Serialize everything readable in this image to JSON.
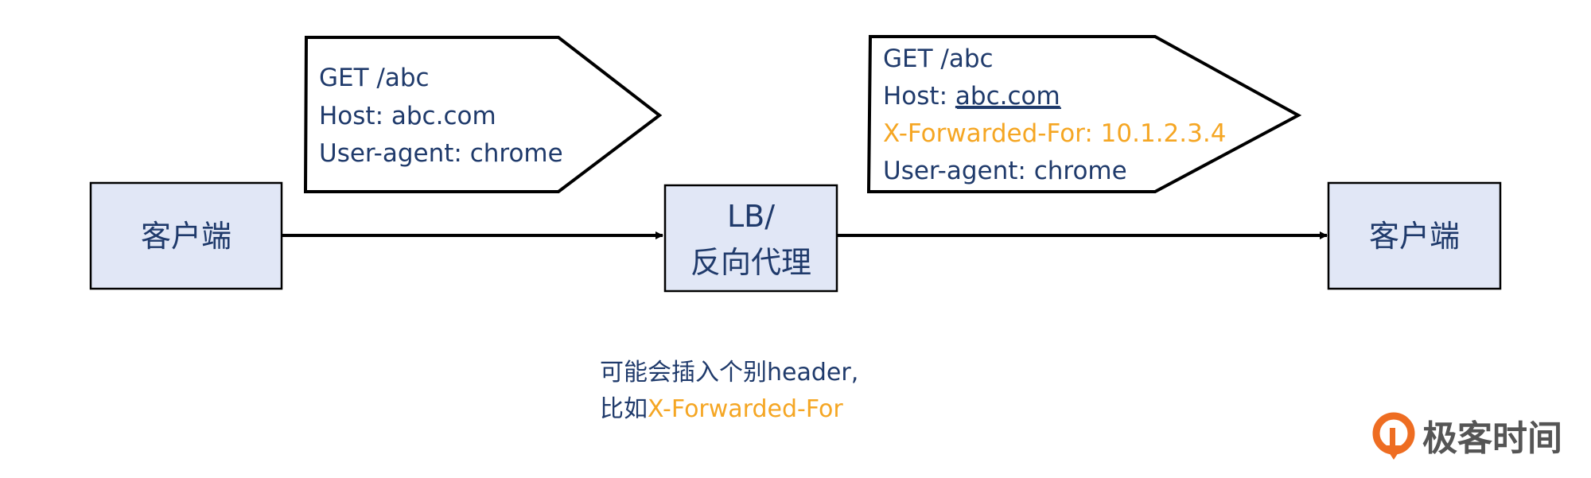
{
  "colors": {
    "box_fill": "#e1e7f6",
    "stroke": "#000000",
    "text": "#1f3a6b",
    "highlight": "#f5a623",
    "logo_orange": "#ee6d22",
    "logo_text": "#555555"
  },
  "nodes": {
    "client_left": {
      "label": "客户端"
    },
    "proxy": {
      "label_line1": "LB/",
      "label_line2": "反向代理"
    },
    "client_right": {
      "label": "客户端"
    }
  },
  "request_before": {
    "lines": [
      "GET /abc",
      "Host: abc.com",
      "User-agent: chrome"
    ]
  },
  "request_after": {
    "line1": "GET /abc",
    "host_label": "Host: ",
    "host_value": "abc.com",
    "xff_line": "X-Forwarded-For: 10.1.2.3.4",
    "line4": "User-agent: chrome"
  },
  "caption": {
    "line1": "可能会插入个别header,",
    "line2_prefix": "比如",
    "line2_highlight": "X-Forwarded-For"
  },
  "logo": {
    "icon": "geektime-logo-icon",
    "text": "极客时间"
  }
}
